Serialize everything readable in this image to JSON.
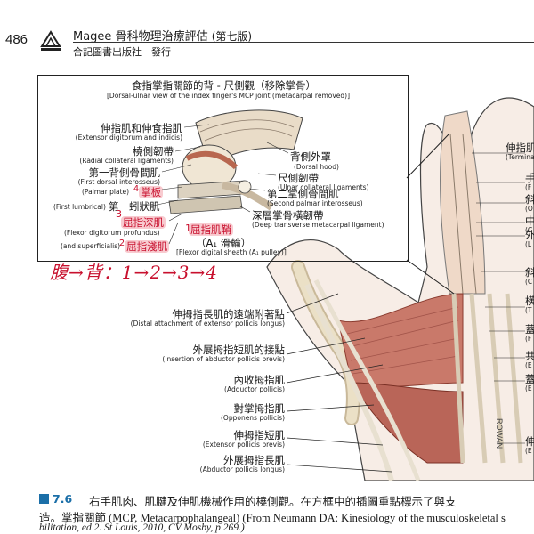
{
  "header": {
    "page_number": "486",
    "book_title": "Magee 骨科物理治療評估",
    "edition": "(第七版)",
    "publisher": "合記圖書出版社　發行"
  },
  "inset": {
    "title_zh": "食指掌指關節的背 - 尺側觀（移除掌骨）",
    "title_en": "[Dorsal-ulnar view of the index finger's MCP joint (metacarpal removed)]",
    "left_labels": [
      {
        "zh": "伸指肌和伸食指肌",
        "en": "(Extensor digitorum and indicis)"
      },
      {
        "zh": "橈側韌帶",
        "en": "(Radial collateral ligaments)"
      },
      {
        "zh": "第一背側骨間肌",
        "en": "(First dorsal interosseus)"
      },
      {
        "zh": "掌板",
        "en": "(Palmar plate)",
        "note": "4"
      },
      {
        "zh": "第一蚓狀肌",
        "en": "(First lumbrical)",
        "note": "3"
      },
      {
        "zh": "屈指深肌",
        "en": "(Flexor digitorum profundus)"
      },
      {
        "zh": "屈指淺肌",
        "en": "(and superficialis)",
        "note": "2"
      }
    ],
    "right_labels": [
      {
        "zh": "背側外罩",
        "en": "(Dorsal hood)"
      },
      {
        "zh": "尺側韌帶",
        "en": "(Ulnar collateral ligaments)"
      },
      {
        "zh": "第二掌側骨間肌",
        "en": "(Second palmar interosseus)"
      },
      {
        "zh": "深層掌骨橫韌帶",
        "en": "(Deep transverse metacarpal ligament)"
      }
    ],
    "sheath": {
      "zh1": "屈指肌鞘",
      "zh2": "（A₁ 滑輪）",
      "en": "[Flexor digital sheath (A₁ pulley)]",
      "note": "1"
    }
  },
  "handwritten_note": "腹→背：1→2→3→4",
  "main_labels": [
    {
      "zh": "伸拇指長肌的遠端附著點",
      "en": "(Distal attachment of extensor pollicis longus)"
    },
    {
      "zh": "外展拇指短肌的接點",
      "en": "(Insertion of abductor pollicis brevis)"
    },
    {
      "zh": "內收拇指肌",
      "en": "(Adductor pollicis)"
    },
    {
      "zh": "對掌拇指肌",
      "en": "(Opponens pollicis)"
    },
    {
      "zh": "伸拇指短肌",
      "en": "(Extensor pollicis brevis)"
    },
    {
      "zh": "外展拇指長肌",
      "en": "(Abductor pollicis longus)"
    }
  ],
  "edge_labels": [
    "伸指肌",
    "(Termina",
    "手",
    "(F",
    "斜",
    "(O",
    "中",
    "(C",
    "外",
    "(L",
    "斜",
    "(C",
    "橫",
    "(T",
    "蓋",
    "(F",
    "共",
    "(E",
    "蓋",
    "(E",
    "伸",
    "(E"
  ],
  "artist_signature": "ROWAN",
  "caption": {
    "figure_number": "7.6",
    "line1": "右手肌肉、肌腱及伸肌機械作用的橈側觀。在方框中的插圖重點標示了與支",
    "line2": "造。掌指關節 (MCP, Metacarpophalangeal) (From Neumann DA: Kinesiology of the musculoskeletal s",
    "line3": "bilitation, ed 2. St Louis, 2010, CV Mosby, p 269.)"
  }
}
